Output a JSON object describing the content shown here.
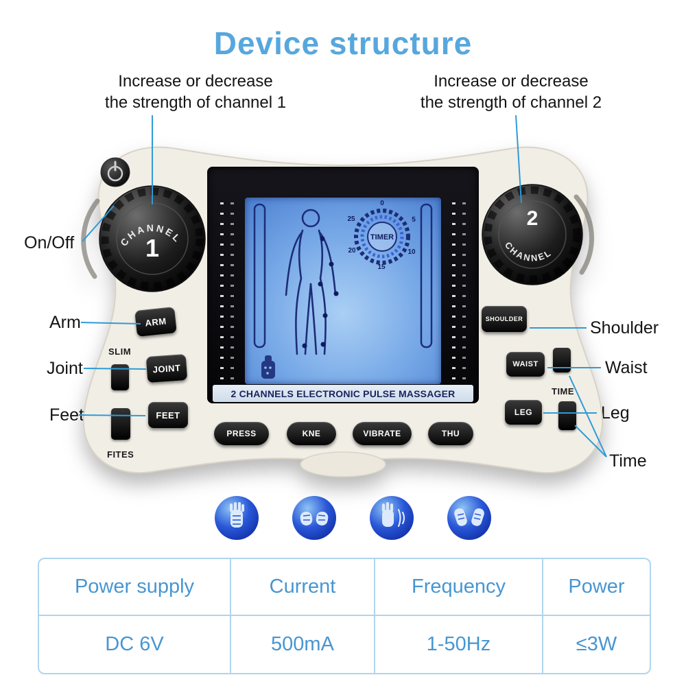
{
  "title": "Device structure",
  "colors": {
    "title_blue": "#57a7dd",
    "annotation_line_blue": "#2e9bd6",
    "device_body": "#f1eee6",
    "lcd_blue": "#74a6e6",
    "screen_navy": "#1c2d78",
    "table_border": "#b0d5ed",
    "table_text": "#4796d2"
  },
  "annotations": {
    "channel1": {
      "line1": "Increase or decrease",
      "line2": "the strength of channel 1"
    },
    "channel2": {
      "line1": "Increase or decrease",
      "line2": "the strength of channel 2"
    },
    "on_off": "On/Off",
    "arm": "Arm",
    "joint": "Joint",
    "feet": "Feet",
    "shoulder": "Shoulder",
    "waist": "Waist",
    "leg": "Leg",
    "time": "Time"
  },
  "device": {
    "knob1": {
      "number": "1",
      "ring_text": "CHANNEL"
    },
    "knob2": {
      "number": "2",
      "ring_text": "CHANNEL"
    },
    "screen": {
      "timer_label": "TIMER",
      "timer_ticks": [
        "0",
        "5",
        "10",
        "15",
        "20",
        "25"
      ],
      "caption": "2 CHANNELS ELECTRONIC PULSE MASSAGER"
    },
    "side_labels": {
      "slim": "SLIM",
      "fites": "FITES",
      "time": "TIME"
    },
    "left_buttons": [
      "ARM",
      "JOINT",
      "FEET"
    ],
    "right_buttons": [
      "SHOULDER",
      "WAIST",
      "LEG"
    ],
    "bottom_buttons": [
      "PRESS",
      "KNE",
      "VIBRATE",
      "THU"
    ],
    "mode_icons": [
      "palm-massage-icon",
      "fist-massage-icon",
      "vibrate-massage-icon",
      "knead-massage-icon"
    ]
  },
  "table": {
    "headers": [
      "Power supply",
      "Current",
      "Frequency",
      "Power"
    ],
    "values": [
      "DC  6V",
      "500mA",
      "1-50Hz",
      "≤3W"
    ]
  }
}
